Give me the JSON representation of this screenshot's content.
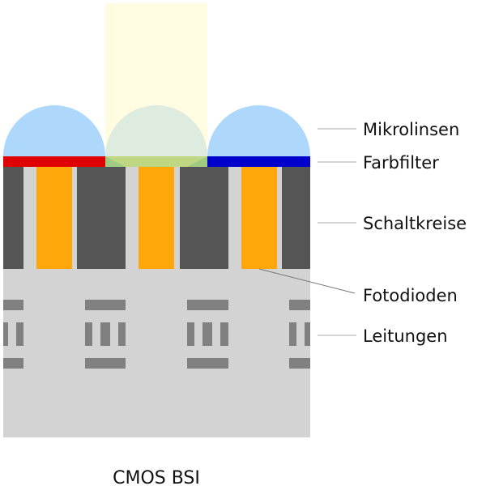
{
  "title": "CMOS BSI",
  "labels": {
    "microlenses": "Mikrolinsen",
    "color_filter": "Farbfilter",
    "circuits": "Schaltkreise",
    "photodiodes": "Fotodioden",
    "wiring": "Leitungen"
  },
  "colors": {
    "lens": "#add8fc",
    "lens_green": "#c4e0cc",
    "light_beam": "#fffacd",
    "filter_red": "#e00000",
    "filter_green": "#5ca314",
    "filter_green_dark": "#138513",
    "filter_blue": "#0000cc",
    "circuit": "#555555",
    "photodiode": "#ffa60a",
    "substrate": "#d3d3d3",
    "wire": "#808080",
    "leader": "#bbbbbb"
  }
}
